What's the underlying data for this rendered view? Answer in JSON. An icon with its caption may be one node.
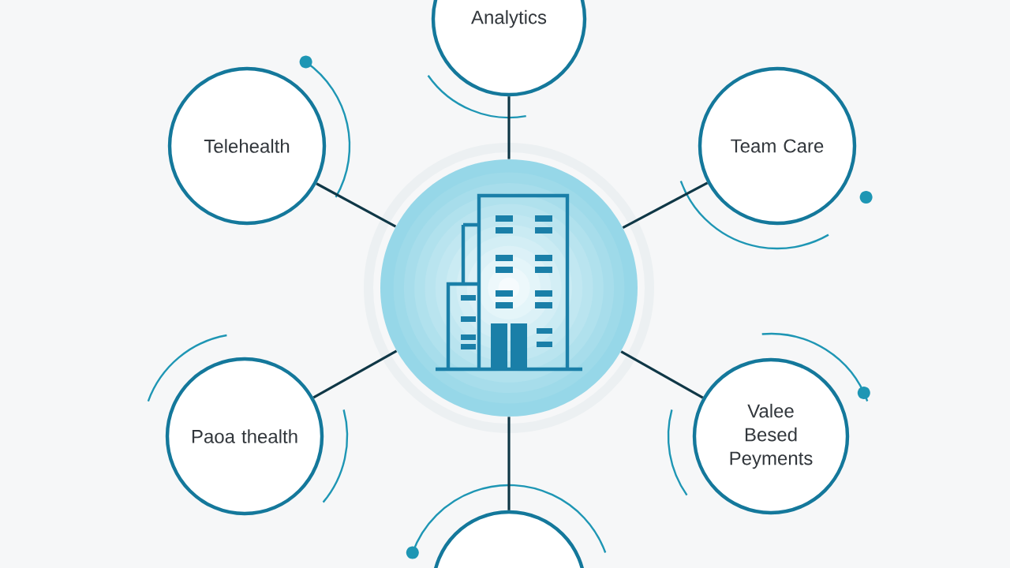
{
  "diagram": {
    "nodes": [
      {
        "text": [],
        "shape": "picture"
      },
      {
        "text": [
          "Analytics"
        ]
      },
      {
        "text": [
          "Telehealth"
        ]
      },
      {
        "text": [
          "Team Care"
        ]
      },
      {
        "text": [
          "Paoa thealth"
        ]
      },
      {
        "text": [
          "Valee Besed Peyments"
        ]
      },
      {
        "text": [],
        "shape": "circle"
      }
    ],
    "edges": [
      {
        "from": 0,
        "to": 1,
        "arrow": "none"
      },
      {
        "from": 0,
        "to": 2,
        "arrow": "none"
      },
      {
        "from": 0,
        "to": 3,
        "arrow": "none"
      },
      {
        "from": 0,
        "to": 4,
        "arrow": "none"
      },
      {
        "from": 0,
        "to": 5,
        "arrow": "none"
      },
      {
        "from": 0,
        "to": 6,
        "arrow": "none"
      }
    ]
  }
}
